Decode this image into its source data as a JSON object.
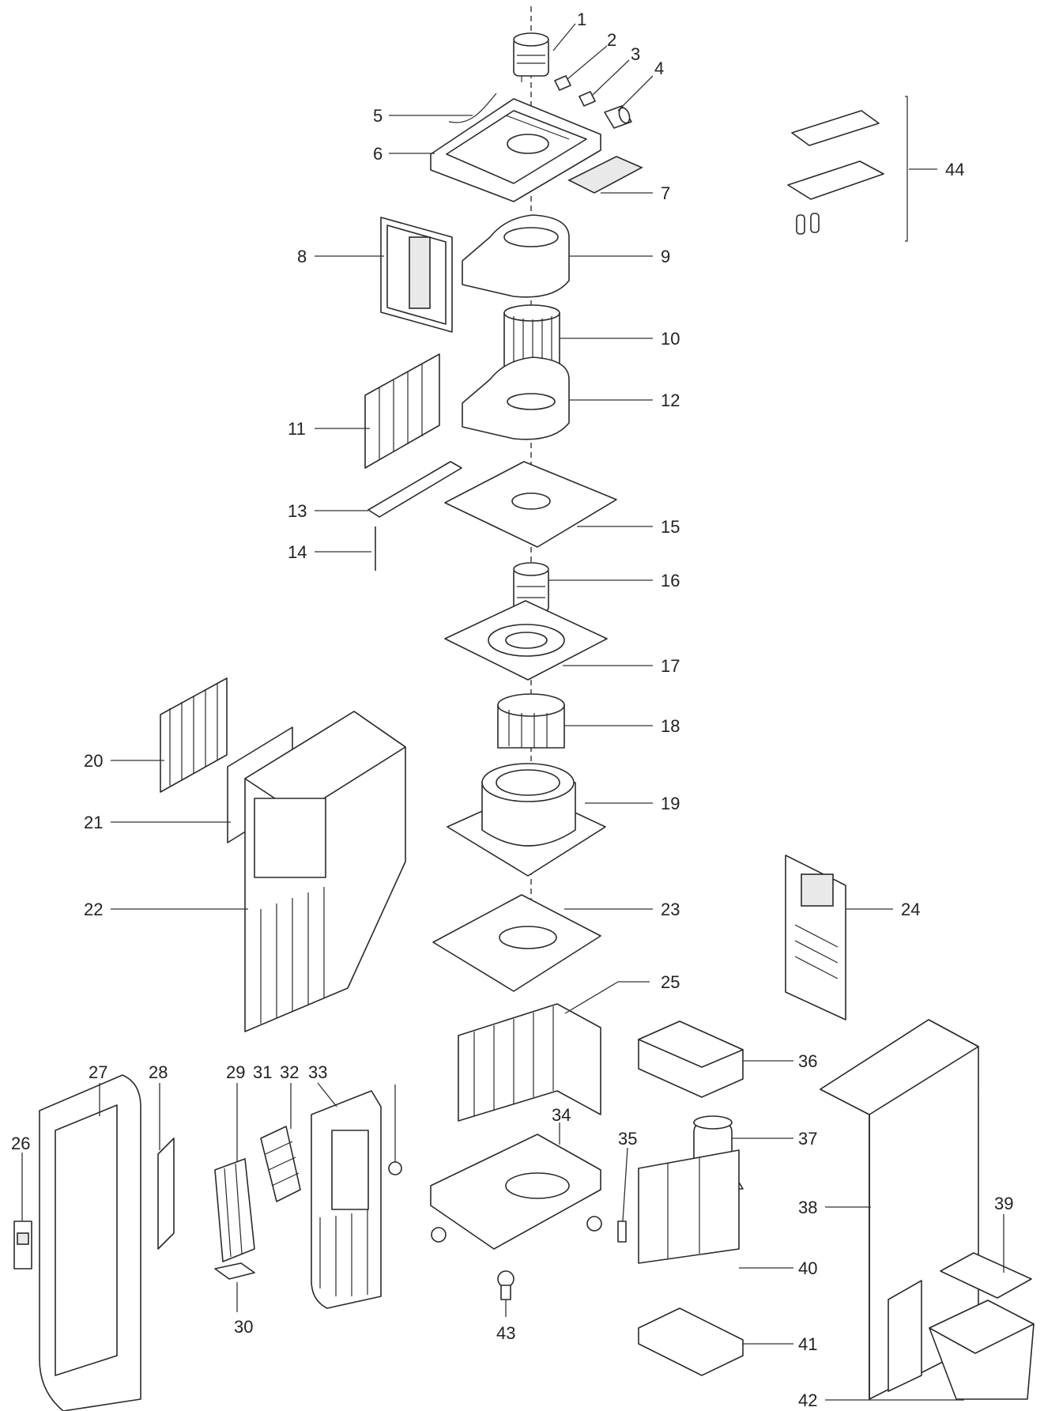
{
  "part_numbers": [
    "1",
    "2",
    "3",
    "4",
    "5",
    "6",
    "7",
    "8",
    "9",
    "10",
    "11",
    "12",
    "13",
    "14",
    "15",
    "16",
    "17",
    "18",
    "19",
    "20",
    "21",
    "22",
    "23",
    "24",
    "25",
    "26",
    "27",
    "28",
    "29",
    "30",
    "31",
    "32",
    "33",
    "34",
    "35",
    "36",
    "37",
    "38",
    "39",
    "40",
    "41",
    "42",
    "43",
    "44"
  ],
  "colors": {
    "line": "#2a2a2a",
    "background": "#ffffff",
    "shade": "#e9e9e9"
  }
}
